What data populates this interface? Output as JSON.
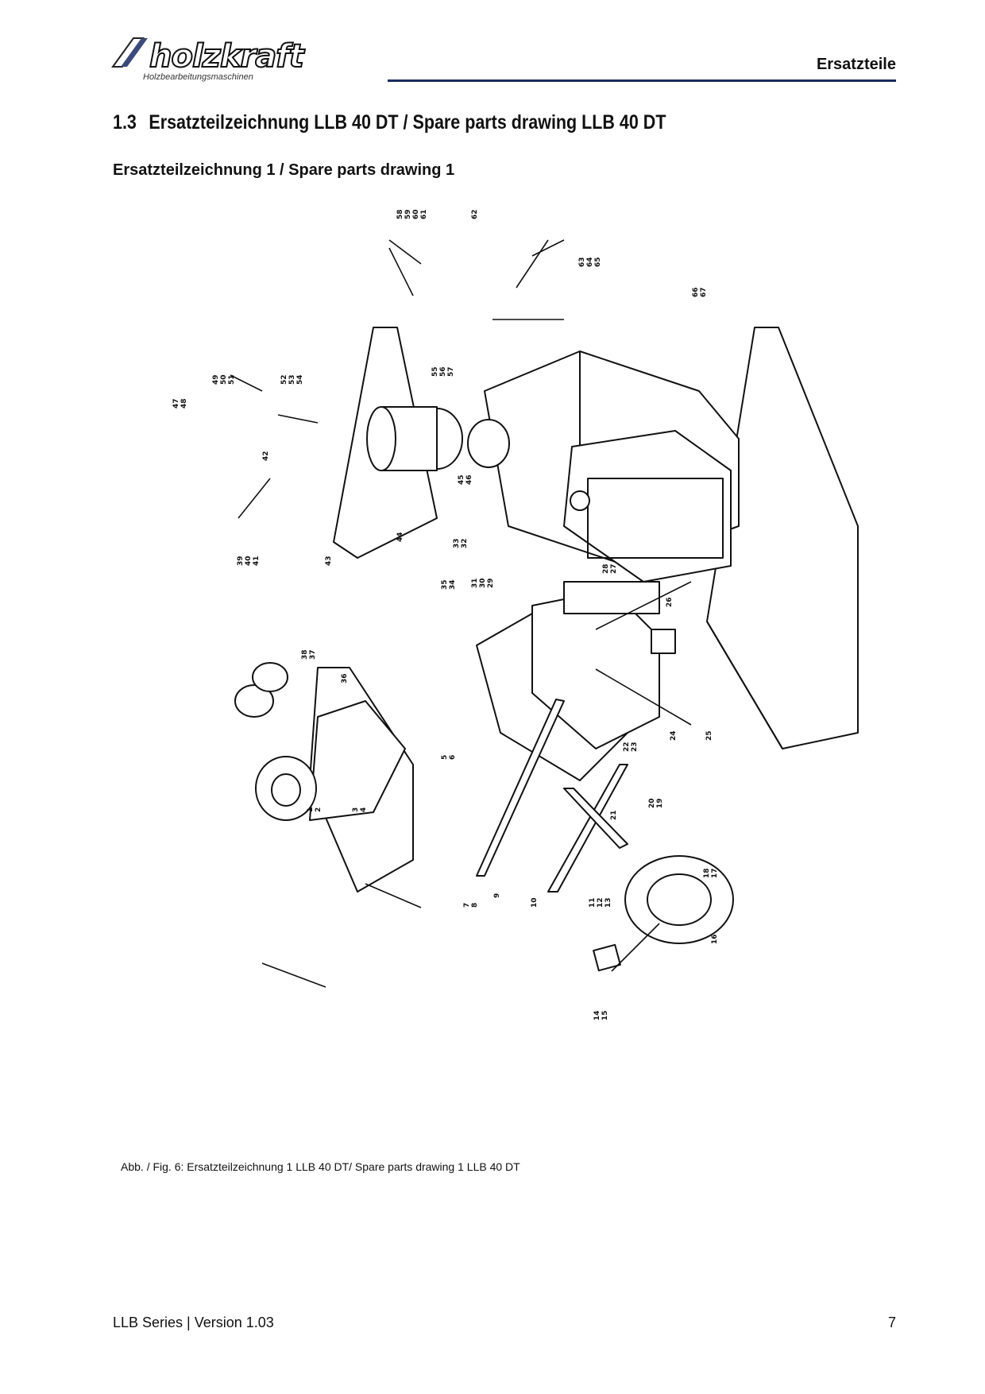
{
  "header": {
    "brand": "holzkraft",
    "brand_tagline": "Holzbearbeitungsmaschinen",
    "section": "Ersatzteile"
  },
  "heading": {
    "number": "1.3",
    "title": "Ersatzteilzeichnung LLB 40 DT / Spare parts drawing LLB 40 DT"
  },
  "subheading": "Ersatzteilzeichnung 1 / Spare parts drawing 1",
  "caption": "Abb. / Fig. 6: Ersatzteilzeichnung 1 LLB 40 DT/ Spare parts drawing 1 LLB 40 DT",
  "footer": {
    "series": "LLB Series | Version 1.03",
    "page": "7"
  },
  "part_labels": [
    "1",
    "2",
    "3",
    "4",
    "5",
    "6",
    "7",
    "8",
    "9",
    "10",
    "11",
    "12",
    "13",
    "14",
    "15",
    "16",
    "17",
    "18",
    "19",
    "20",
    "21",
    "22",
    "23",
    "24",
    "25",
    "26",
    "27",
    "28",
    "29",
    "30",
    "31",
    "32",
    "33",
    "34",
    "35",
    "36",
    "37",
    "38",
    "39",
    "40",
    "41",
    "42",
    "43",
    "44",
    "45",
    "46",
    "47",
    "48",
    "49",
    "50",
    "51",
    "52",
    "53",
    "54",
    "55",
    "56",
    "57",
    "58",
    "59",
    "60",
    "61",
    "62",
    "63",
    "64",
    "65",
    "66",
    "67"
  ]
}
